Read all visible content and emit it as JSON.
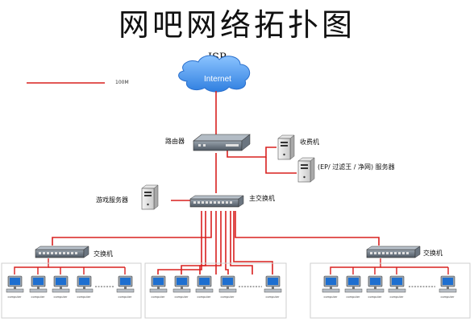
{
  "title": "网吧网络拓扑图",
  "isp": "ISP",
  "internet": "Internet",
  "legend": {
    "label": "100M",
    "color": "#d9201f"
  },
  "colors": {
    "link": "#d9201f",
    "trunk": "#d9201f",
    "cloud": "#5fa6f0"
  },
  "labels": {
    "router": "路由器",
    "cashier": "收费机",
    "filter_server": "(EP/ 过滤王 / 净网) 服务器",
    "game_server": "游戏服务器",
    "main_switch": "主交换机",
    "switch_left": "交换机",
    "switch_right": "交换机",
    "pc": "computer"
  }
}
